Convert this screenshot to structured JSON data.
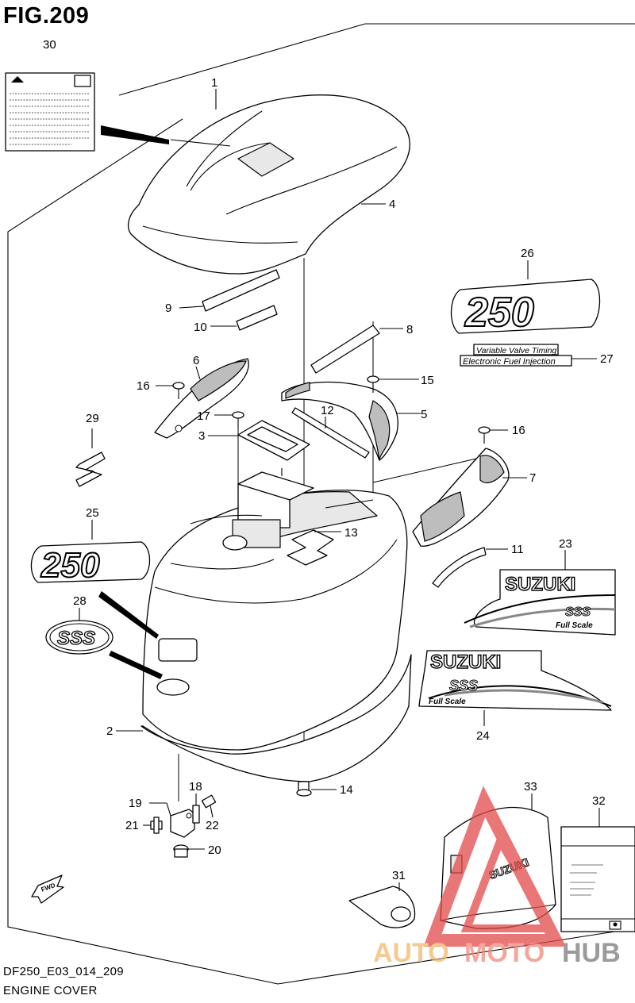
{
  "figure": {
    "title": "FIG.209",
    "model_code": "DF250_E03_014_209",
    "name": "ENGINE COVER"
  },
  "decals": {
    "num_250": "250",
    "vvt_line1": "Variable Valve Timing",
    "vvt_line2": "Electronic Fuel Injection",
    "sss": "SSS",
    "suzuki": "SUZUKI",
    "full_scale": "Full Scale",
    "fwd": "FWD"
  },
  "watermark": {
    "auto": "AUTO",
    "moto": "MOTO",
    "hub": "HUB",
    "colors": {
      "auto": "#f2b86a",
      "moto": "#f08a7a",
      "hub": "#7a7a7a",
      "triangle": "#e34a4a"
    }
  },
  "callouts": [
    {
      "id": "1",
      "label": "1"
    },
    {
      "id": "2",
      "label": "2"
    },
    {
      "id": "3",
      "label": "3"
    },
    {
      "id": "4",
      "label": "4"
    },
    {
      "id": "5",
      "label": "5"
    },
    {
      "id": "6",
      "label": "6"
    },
    {
      "id": "7",
      "label": "7"
    },
    {
      "id": "8",
      "label": "8"
    },
    {
      "id": "9",
      "label": "9"
    },
    {
      "id": "10",
      "label": "10"
    },
    {
      "id": "11",
      "label": "11"
    },
    {
      "id": "12",
      "label": "12"
    },
    {
      "id": "13",
      "label": "13"
    },
    {
      "id": "14",
      "label": "14"
    },
    {
      "id": "15",
      "label": "15"
    },
    {
      "id": "16a",
      "label": "16"
    },
    {
      "id": "16b",
      "label": "16"
    },
    {
      "id": "17",
      "label": "17"
    },
    {
      "id": "18",
      "label": "18"
    },
    {
      "id": "19",
      "label": "19"
    },
    {
      "id": "20",
      "label": "20"
    },
    {
      "id": "21",
      "label": "21"
    },
    {
      "id": "22",
      "label": "22"
    },
    {
      "id": "23",
      "label": "23"
    },
    {
      "id": "24",
      "label": "24"
    },
    {
      "id": "25",
      "label": "25"
    },
    {
      "id": "26",
      "label": "26"
    },
    {
      "id": "27",
      "label": "27"
    },
    {
      "id": "28",
      "label": "28"
    },
    {
      "id": "29",
      "label": "29"
    },
    {
      "id": "30",
      "label": "30"
    },
    {
      "id": "31",
      "label": "31"
    },
    {
      "id": "32",
      "label": "32"
    },
    {
      "id": "33",
      "label": "33"
    }
  ]
}
